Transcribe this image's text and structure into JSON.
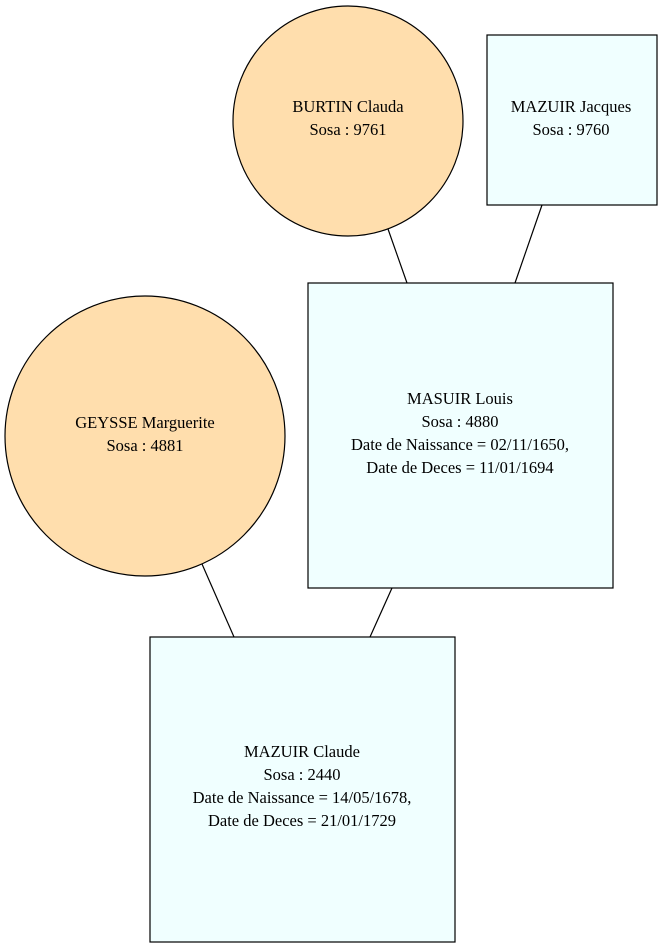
{
  "colors": {
    "female_fill": "#ffdead",
    "male_fill": "#f0ffff",
    "stroke": "#000000"
  },
  "people": {
    "burtin_clauda": {
      "name": "BURTIN Clauda",
      "sosa": "Sosa : 9761"
    },
    "mazuir_jacques": {
      "name": "MAZUIR Jacques",
      "sosa": "Sosa : 9760"
    },
    "geysse_marguerite": {
      "name": "GEYSSE Marguerite",
      "sosa": "Sosa : 4881"
    },
    "masuir_louis": {
      "name": "MASUIR Louis",
      "sosa": "Sosa : 4880",
      "birth": "Date de Naissance = 02/11/1650,",
      "death": "Date de Deces = 11/01/1694"
    },
    "mazuir_claude": {
      "name": "MAZUIR Claude",
      "sosa": "Sosa : 2440",
      "birth": "Date de Naissance = 14/05/1678,",
      "death": "Date de Deces = 21/01/1729"
    }
  }
}
